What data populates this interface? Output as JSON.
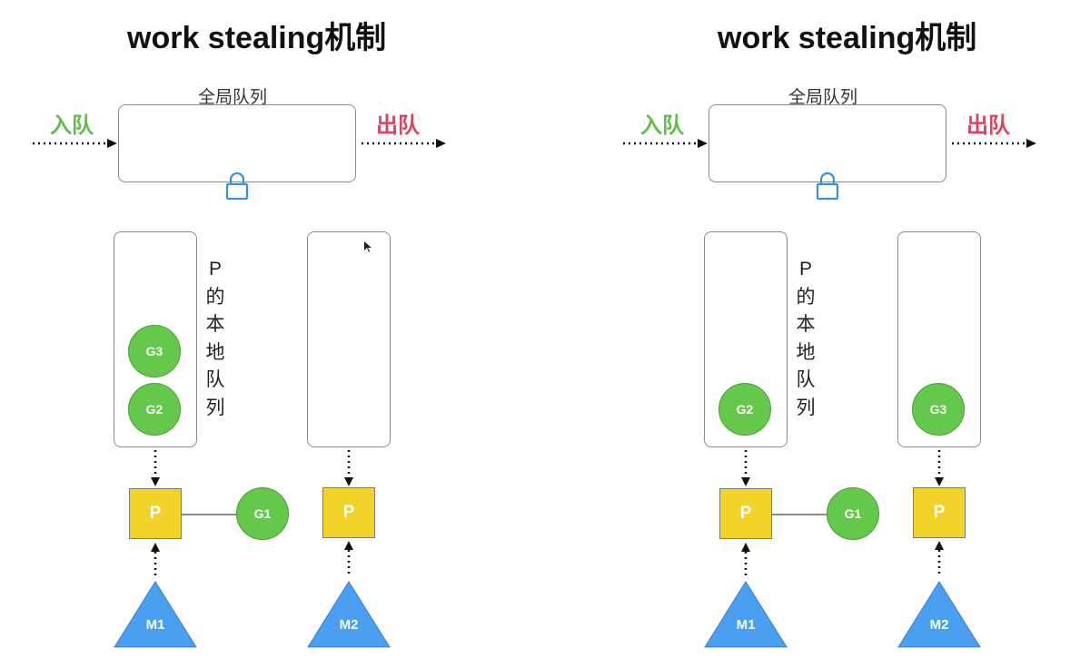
{
  "panels": [
    {
      "title": "work stealing机制",
      "global_queue_label": "全局队列",
      "enqueue_label": "入队",
      "dequeue_label": "出队",
      "local_queue_label_chars": [
        "P",
        "的",
        "本",
        "地",
        "队",
        "列"
      ],
      "queue1_goroutines": [
        "G3",
        "G2"
      ],
      "queue2_goroutines": [],
      "p1_label": "P",
      "p2_label": "P",
      "running_goroutine": "G1",
      "m1_label": "M1",
      "m2_label": "M2"
    },
    {
      "title": "work stealing机制",
      "global_queue_label": "全局队列",
      "enqueue_label": "入队",
      "dequeue_label": "出队",
      "local_queue_label_chars": [
        "P",
        "的",
        "本",
        "地",
        "队",
        "列"
      ],
      "queue1_goroutines": [
        "G2"
      ],
      "queue2_goroutines": [
        "G3"
      ],
      "p1_label": "P",
      "p2_label": "P",
      "running_goroutine": "G1",
      "m1_label": "M1",
      "m2_label": "M2"
    }
  ],
  "colors": {
    "enqueue": "#5fbf4a",
    "dequeue": "#d94560",
    "goroutine": "#64c84b",
    "processor": "#f1d32a",
    "machine": "#4a9ff0",
    "lock": "#3b8fd8"
  }
}
